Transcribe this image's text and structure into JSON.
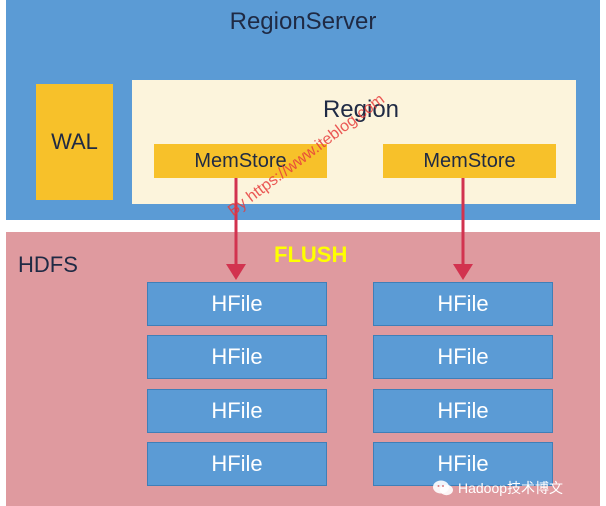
{
  "region_server": {
    "title": "RegionServer"
  },
  "wal": {
    "label": "WAL"
  },
  "region": {
    "title": "Region",
    "memstores": [
      {
        "label": "MemStore"
      },
      {
        "label": "MemStore"
      }
    ]
  },
  "hdfs": {
    "title": "HDFS",
    "flush_label": "FLUSH",
    "columns": [
      {
        "hfiles": [
          "HFile",
          "HFile",
          "HFile",
          "HFile"
        ]
      },
      {
        "hfiles": [
          "HFile",
          "HFile",
          "HFile",
          "HFile"
        ]
      }
    ]
  },
  "watermarks": {
    "diagonal": "By https://www.iteblog.com",
    "wechat": "Hadoop技术博文"
  },
  "colors": {
    "region_server_bg": "#5b9bd5",
    "hdfs_bg": "#df9a9f",
    "accent_yellow": "#f7c12a",
    "region_bg": "#fcf4dc",
    "arrow": "#d2334f",
    "flush_text": "#ffff00"
  },
  "icons": {
    "wechat": "wechat-icon"
  }
}
